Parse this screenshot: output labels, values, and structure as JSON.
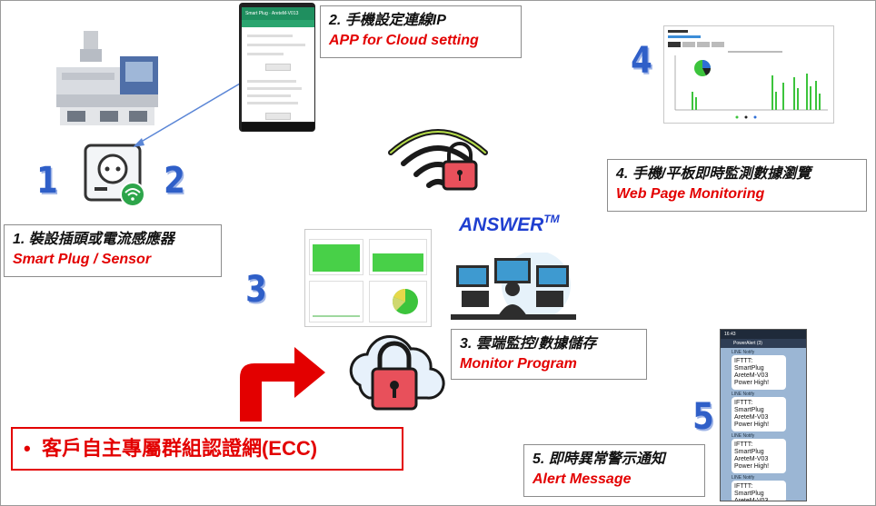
{
  "steps": [
    {
      "num": "1",
      "zh": "1. 裝設插頭或電流感應器",
      "en": "Smart Plug / Sensor"
    },
    {
      "num": "2",
      "zh": "2. 手機設定連線IP",
      "en": "APP for Cloud setting"
    },
    {
      "num": "3",
      "zh": "3. 雲端監控/數據儲存",
      "en": "Monitor Program"
    },
    {
      "num": "4",
      "zh": "4. 手機/平板即時監測數據瀏覽",
      "en": "Web Page Monitoring"
    },
    {
      "num": "5",
      "zh": "5. 即時異常警示通知",
      "en": "Alert Message"
    }
  ],
  "brand": {
    "name": "ANSWER",
    "mark": "TM"
  },
  "ecc": {
    "bullet": "•",
    "label": "客戶自主專屬群組認證網(ECC)"
  },
  "phone_app": {
    "title": "Smart Plug · AreteM-V013"
  },
  "alert_phone": {
    "time": "16:43",
    "header": "PowerAlert (3)",
    "sender": "LINE Notify",
    "message": "IFTTT: SmartPlug AreteM-V03 Power High!"
  },
  "colors": {
    "accent_red": "#e30000",
    "number_blue": "#2f5fc8",
    "answer_blue": "#1f3fd0",
    "chart_green": "#3cc43c"
  }
}
